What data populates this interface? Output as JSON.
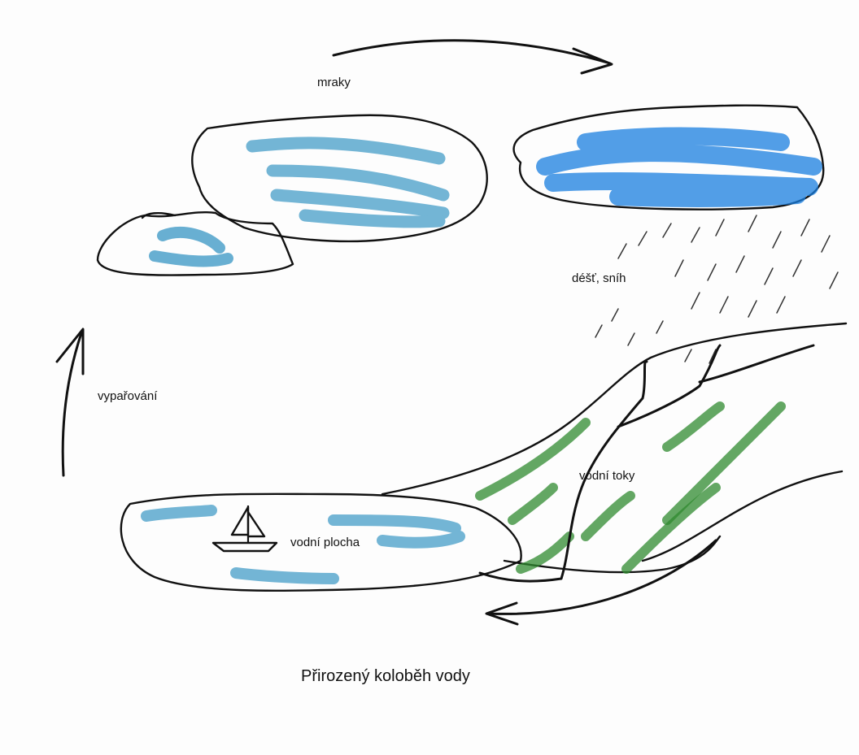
{
  "labels": {
    "clouds": "mraky",
    "precipitation": "déšť, sníh",
    "evaporation": "vypařování",
    "streams": "vodní toky",
    "water_body": "vodní plocha",
    "caption": "Přirozený koloběh vody"
  },
  "colors": {
    "ink": "#111111",
    "water_blue": "#2a8fc0",
    "storm_blue": "#1a7fe0",
    "vegetation_green": "#2f8a2f",
    "paper": "#fdfdfd"
  }
}
